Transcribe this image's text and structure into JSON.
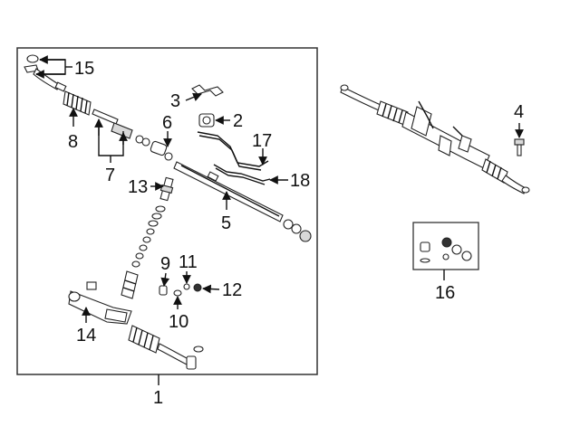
{
  "diagram": {
    "callouts": {
      "c1": "1",
      "c2": "2",
      "c3": "3",
      "c4": "4",
      "c5": "5",
      "c6": "6",
      "c7": "7",
      "c8": "8",
      "c9": "9",
      "c10": "10",
      "c11": "11",
      "c12": "12",
      "c13": "13",
      "c14": "14",
      "c15": "15",
      "c16": "16",
      "c17": "17",
      "c18": "18"
    },
    "colors": {
      "line": "#111111",
      "frame": "#333333",
      "background": "#ffffff"
    }
  }
}
